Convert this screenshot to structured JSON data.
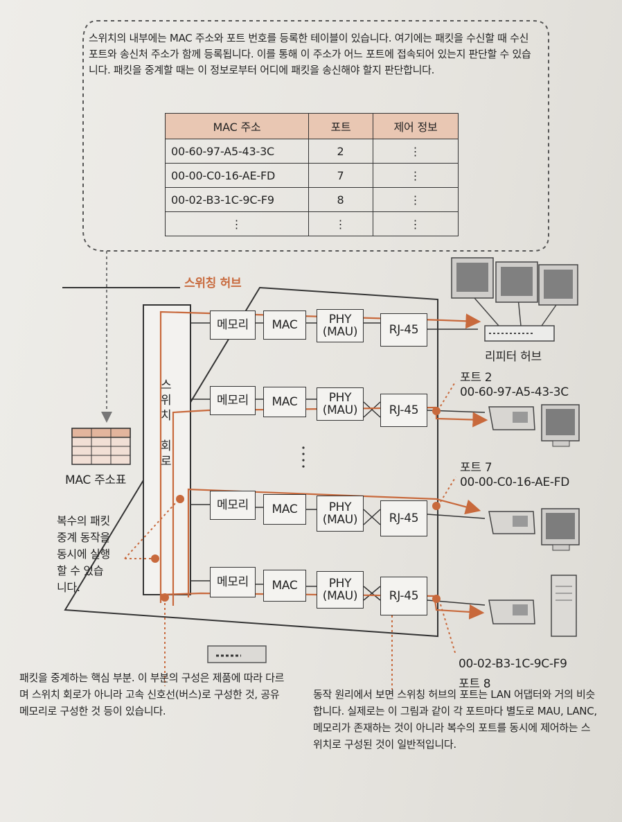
{
  "top_note": "스위치의 내부에는 MAC 주소와 포트 번호를 등록한 테이블이 있습니다. 여기에는 패킷을 수신할 때 수신 포트와 송신처 주소가 함께 등록됩니다. 이를 통해 이 주소가 어느 포트에 접속되어 있는지 판단할 수 있습니다. 패킷을 중계할 때는 이 정보로부터 어디에 패킷을 송신해야 할지 판단합니다.",
  "table": {
    "headers": [
      "MAC 주소",
      "포트",
      "제어 정보"
    ],
    "rows": [
      [
        "00-60-97-A5-43-3C",
        "2",
        "⋮"
      ],
      [
        "00-00-C0-16-AE-FD",
        "7",
        "⋮"
      ],
      [
        "00-02-B3-1C-9C-F9",
        "8",
        "⋮"
      ],
      [
        "⋮",
        "⋮",
        "⋮"
      ]
    ]
  },
  "hub_title": "스위칭 허브",
  "switch_circuit": "스\n위\n치\n\n회\n로",
  "blocks": {
    "memory": "메모리",
    "mac": "MAC",
    "phy": "PHY\n(MAU)",
    "rj45": "RJ-45"
  },
  "mac_table_label": "MAC 주소표",
  "parallel_note": "복수의 패킷\n중계 동작을\n동시에 실행\n할 수 있습\n니다.",
  "repeater_label": "리피터 허브",
  "port2": {
    "port": "포트 2",
    "mac": "00-60-97-A5-43-3C"
  },
  "port7": {
    "port": "포트 7",
    "mac": "00-00-C0-16-AE-FD"
  },
  "port8": {
    "port": "포트 8",
    "mac": "00-02-B3-1C-9C-F9"
  },
  "core_note": "패킷을 중계하는 핵심 부분. 이 부분의 구성은 제품에 따라 다르며 스위치 회로가 아니라 고속 신호선(버스)로 구성한 것, 공유 메모리로 구성한 것 등이 있습니다.",
  "port_note": "동작 원리에서 보면 스위칭 허브의 포트는 LAN 어댑터와 거의 비슷합니다. 실제로는 이 그림과 같이 각 포트마다 별도로 MAU, LANC, 메모리가 존재하는 것이 아니라 복수의 포트를 동시에 제어하는 스위치로 구성된 것이 일반적입니다.",
  "colors": {
    "accent": "#c8693c",
    "line": "#333333",
    "table_header": "#e9c7b3"
  }
}
